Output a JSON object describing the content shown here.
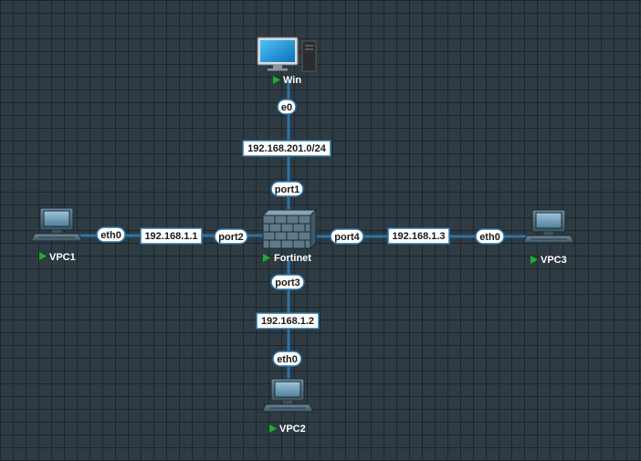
{
  "nodes": {
    "win": {
      "label": "Win"
    },
    "fortinet": {
      "label": "Fortinet"
    },
    "vpc1": {
      "label": "VPC1"
    },
    "vpc2": {
      "label": "VPC2"
    },
    "vpc3": {
      "label": "VPC3"
    }
  },
  "links": {
    "win_fortinet": {
      "a_port": "e0",
      "subnet": "192.168.201.0/24",
      "b_port": "port1"
    },
    "vpc1_fortinet": {
      "a_port": "eth0",
      "subnet": "192.168.1.1",
      "b_port": "port2"
    },
    "fortinet_vpc2": {
      "a_port": "port3",
      "subnet": "192.168.1.2",
      "b_port": "eth0"
    },
    "fortinet_vpc3": {
      "a_port": "port4",
      "subnet": "192.168.1.3",
      "b_port": "eth0"
    }
  },
  "colors": {
    "canvas": "#2e3b43",
    "link": "#2c73a6",
    "running": "#1fae2a"
  },
  "icons": {
    "win": "desktop-pc-icon",
    "fortinet": "firewall-icon",
    "vpc": "vpc-terminal-icon",
    "status": "running-triangle-icon"
  }
}
